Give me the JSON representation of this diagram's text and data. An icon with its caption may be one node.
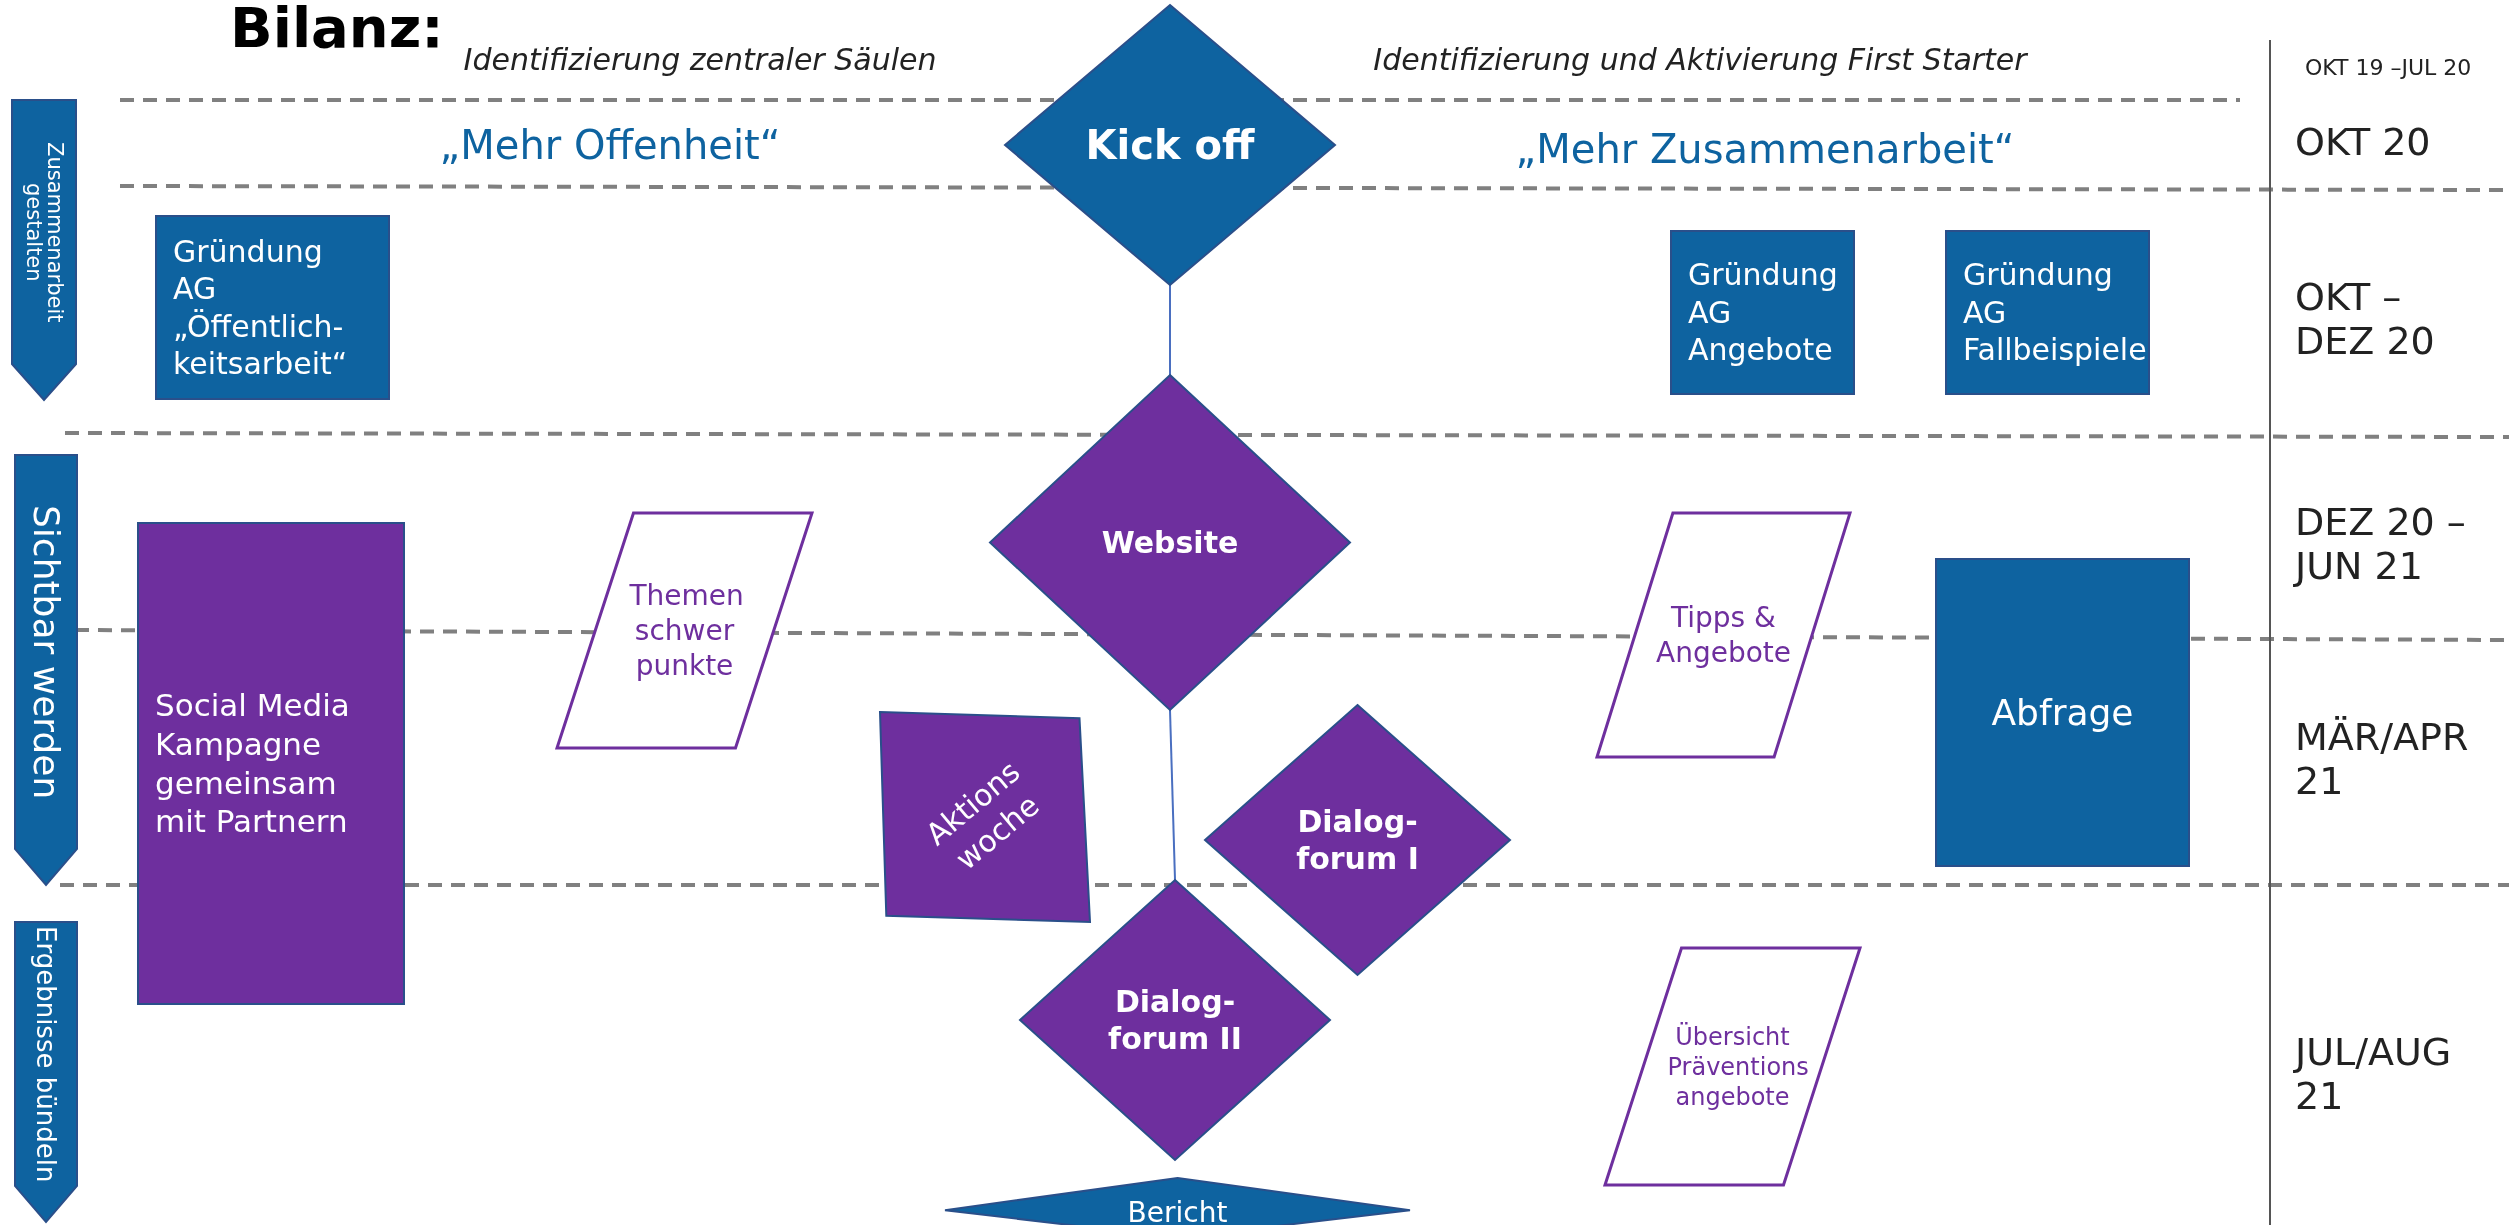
{
  "diagram": {
    "title": "Bilanz:",
    "nodes": [
      {
        "text": [
          "Zusammenarbeit gestalten"
        ]
      },
      {
        "text": [
          "Sichtbar werden"
        ]
      },
      {
        "text": [
          "Ergebnisse bündeln"
        ]
      },
      {
        "text": [
          "Kick off"
        ]
      },
      {
        "text": [
          "Gründung AG „Öffentlich-keitsarbeit“"
        ]
      },
      {
        "text": [
          "Gründung AG Angebote"
        ]
      },
      {
        "text": [
          "Gründung AG Fallbeispiele"
        ]
      },
      {
        "text": [
          "Website"
        ]
      },
      {
        "text": [
          "Social Media Kampagne gemeinsam mit Partnern"
        ]
      },
      {
        "text": [
          "Themen schwer punkte"
        ]
      },
      {
        "text": [
          "Tipps & Angebote"
        ]
      },
      {
        "text": [
          "Abfrage"
        ]
      },
      {
        "text": [
          "Aktions woche"
        ]
      },
      {
        "text": [
          "Dialog-forum I"
        ]
      },
      {
        "text": [
          "Dialog-forum II"
        ]
      },
      {
        "text": [
          "Übersicht Präventions angebote"
        ]
      },
      {
        "text": [
          "Bericht"
        ]
      }
    ],
    "edges": [
      {
        "from": 3,
        "to": 7,
        "arrow": "none"
      },
      {
        "from": 7,
        "to": 14,
        "arrow": "none"
      }
    ],
    "labels": [
      "Identifizierung zentraler Säulen",
      "Identifizierung und Aktivierung First Starter",
      "OKT 19 –JUL 20",
      "„Mehr Offenheit“",
      "„Mehr Zusammenarbeit“",
      "OKT 20",
      "OKT –DEZ 20",
      "DEZ 20 – JUN 21",
      "MÄR/APR 21",
      "JUL/AUG 21"
    ]
  }
}
